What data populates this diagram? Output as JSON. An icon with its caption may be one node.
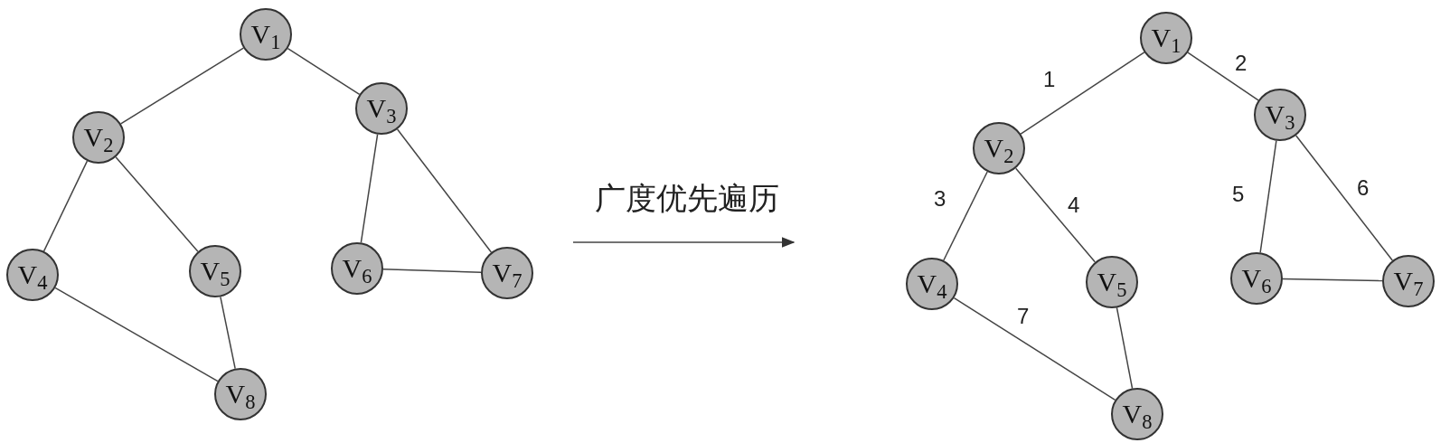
{
  "diagram": {
    "nodes": [
      {
        "text": [
          "V$_{1}$"
        ]
      },
      {
        "text": [
          "V$_{2}$"
        ]
      },
      {
        "text": [
          "V$_{3}$"
        ]
      },
      {
        "text": [
          "V$_{4}$"
        ]
      },
      {
        "text": [
          "V$_{5}$"
        ]
      },
      {
        "text": [
          "V$_{6}$"
        ]
      },
      {
        "text": [
          "V$_{7}$"
        ]
      },
      {
        "text": [
          "V$_{8}$"
        ]
      },
      {
        "text": [
          "V$_{1}$"
        ]
      },
      {
        "text": [
          "V$_{2}$"
        ]
      },
      {
        "text": [
          "V$_{3}$"
        ]
      },
      {
        "text": [
          "V$_{4}$"
        ]
      },
      {
        "text": [
          "V$_{5}$"
        ]
      },
      {
        "text": [
          "V$_{6}$"
        ]
      },
      {
        "text": [
          "V$_{7}$"
        ]
      },
      {
        "text": [
          "V$_{8}$"
        ]
      }
    ],
    "edges": [
      {
        "from": 0,
        "to": 1,
        "arrow": "none"
      },
      {
        "from": 0,
        "to": 2,
        "arrow": "none"
      },
      {
        "from": 1,
        "to": 3,
        "arrow": "none"
      },
      {
        "from": 1,
        "to": 4,
        "arrow": "none"
      },
      {
        "from": 2,
        "to": 5,
        "arrow": "none"
      },
      {
        "from": 2,
        "to": 6,
        "arrow": "none"
      },
      {
        "from": 5,
        "to": 6,
        "arrow": "none"
      },
      {
        "from": 3,
        "to": 7,
        "arrow": "none"
      },
      {
        "from": 4,
        "to": 7,
        "arrow": "none"
      },
      {
        "from": 8,
        "to": 9,
        "arrow": "none",
        "label": "1"
      },
      {
        "from": 8,
        "to": 10,
        "arrow": "none",
        "label": "2"
      },
      {
        "from": 9,
        "to": 11,
        "arrow": "none",
        "label": "3"
      },
      {
        "from": 9,
        "to": 12,
        "arrow": "none",
        "label": "4"
      },
      {
        "from": 10,
        "to": 13,
        "arrow": "none",
        "label": "5"
      },
      {
        "from": 10,
        "to": 14,
        "arrow": "none",
        "label": "6"
      },
      {
        "from": 13,
        "to": 14,
        "arrow": "none"
      },
      {
        "from": 11,
        "to": 15,
        "arrow": "none",
        "label": "7"
      },
      {
        "from": 12,
        "to": 15,
        "arrow": "none"
      }
    ],
    "labels": [
      "广度优先遍历"
    ]
  }
}
